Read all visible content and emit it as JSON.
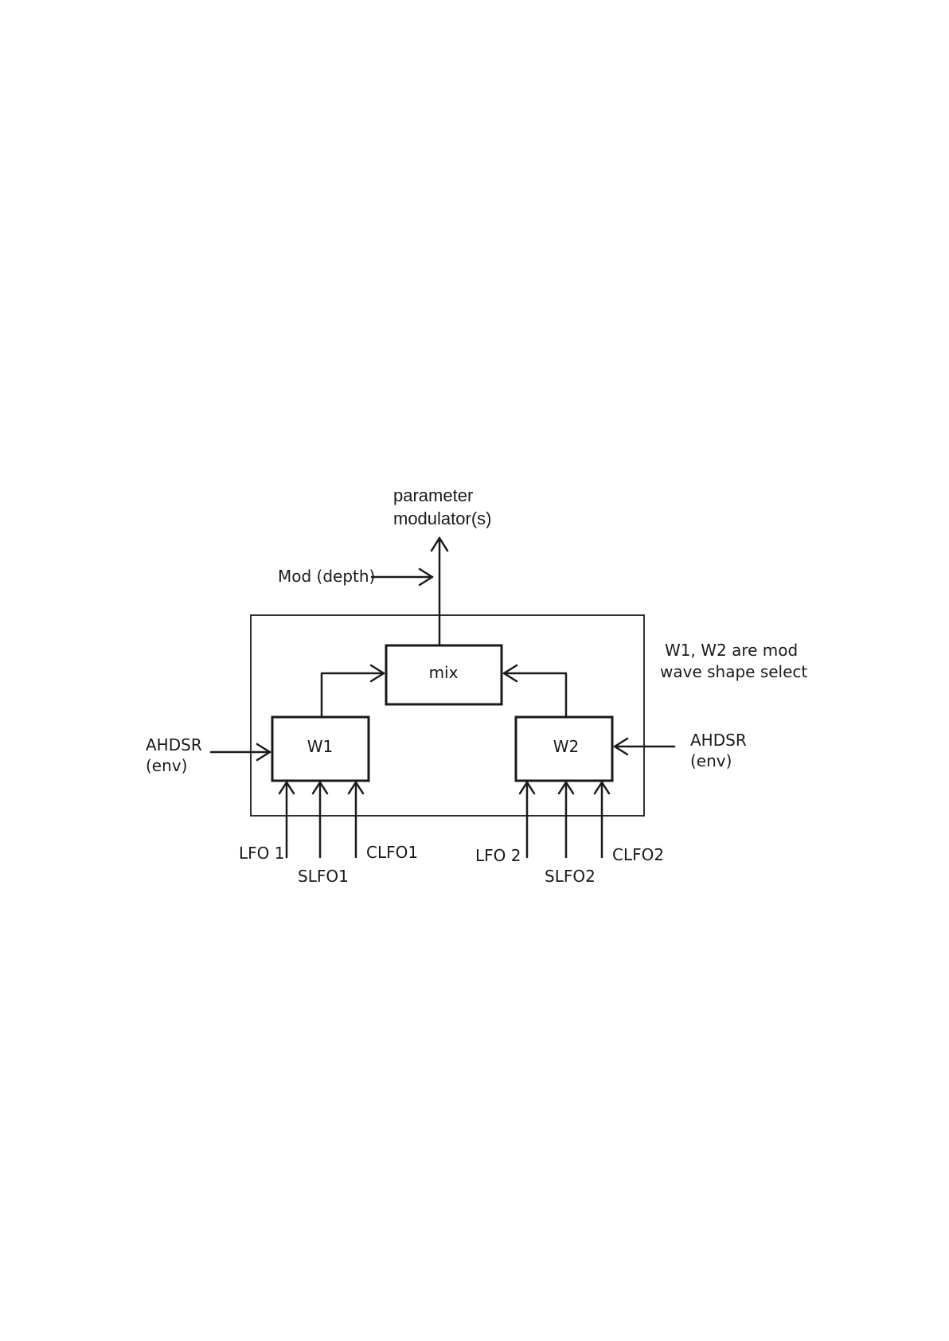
{
  "output_label_line1": "parameter",
  "output_label_line2": "modulator(s)",
  "mod_depth_label": "Mod (depth)",
  "note_line1": "W1, W2 are mod",
  "note_line2": "wave shape select",
  "blocks": {
    "mix": "mix",
    "w1": "W1",
    "w2": "W2"
  },
  "env_left": {
    "line1": "AHDSR",
    "line2": "(env)"
  },
  "env_right": {
    "line1": "AHDSR",
    "line2": "(env)"
  },
  "inputs_w1": {
    "lfo": "LFO 1",
    "slfo": "SLFO1",
    "clfo": "CLFO1"
  },
  "inputs_w2": {
    "lfo": "LFO 2",
    "slfo": "SLFO2",
    "clfo": "CLFO2"
  },
  "colors": {
    "ink": "#1a1a1a",
    "background": "#ffffff"
  }
}
